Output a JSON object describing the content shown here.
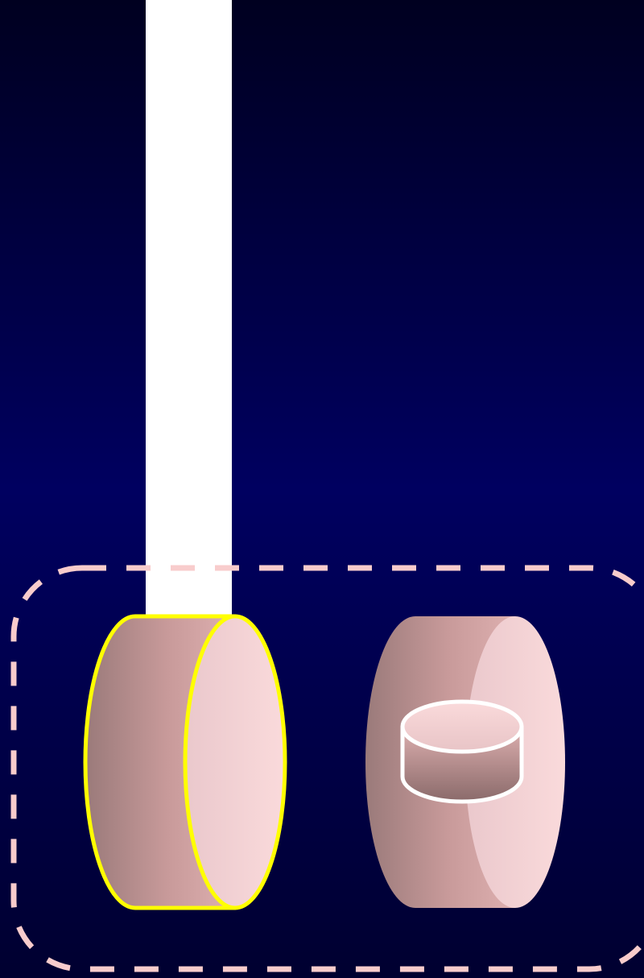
{
  "diagram": {
    "background": {
      "top_color": "#000020",
      "mid_color": "#000060",
      "bottom_color": "#000030"
    },
    "beam": {
      "color": "#ffffff"
    },
    "group_boundary": {
      "stroke": "#f8cccc",
      "style": "dashed"
    },
    "disks": [
      {
        "name": "disk-left",
        "highlight": "#ffff00",
        "highlighted": true
      },
      {
        "name": "disk-right",
        "highlighted": false,
        "has_database_icon": true
      }
    ],
    "palette": {
      "side_dark": "#9a7a7a",
      "side_mid": "#c89a9a",
      "side_light": "#deb0b0",
      "face_light": "#fadadb",
      "face_mid": "#eac8cc",
      "icon_stroke": "#ffffff"
    }
  }
}
